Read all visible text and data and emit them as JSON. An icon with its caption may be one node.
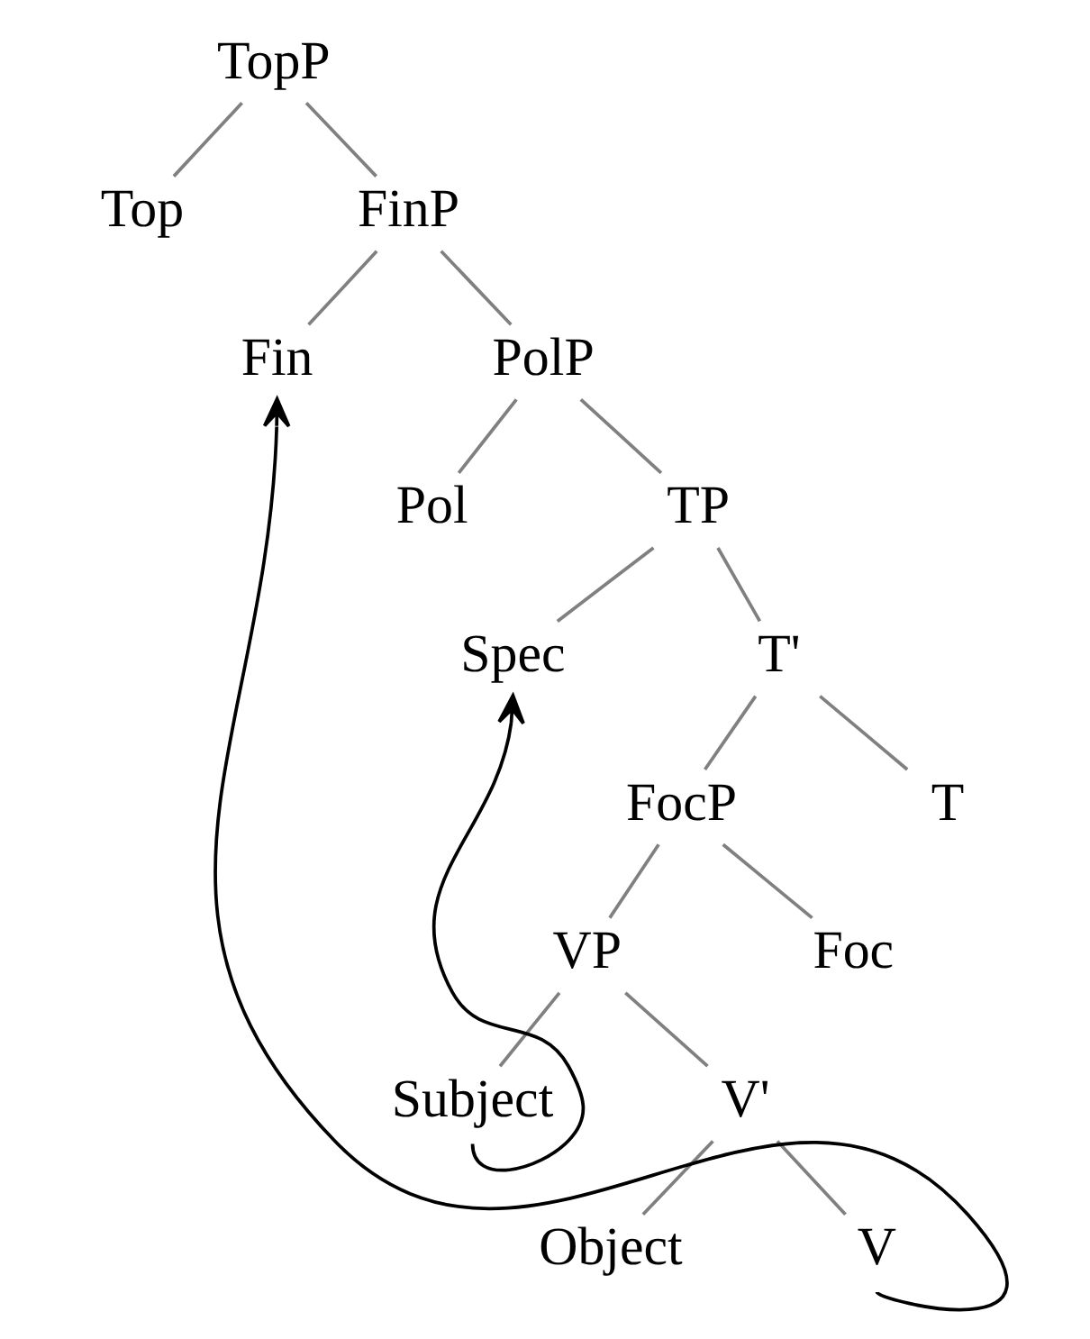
{
  "diagram": {
    "nodes": [
      {
        "text": [
          "TopP"
        ]
      },
      {
        "text": [
          "Top"
        ]
      },
      {
        "text": [
          "FinP"
        ]
      },
      {
        "text": [
          "Fin"
        ]
      },
      {
        "text": [
          "PolP"
        ]
      },
      {
        "text": [
          "Pol"
        ]
      },
      {
        "text": [
          "TP"
        ]
      },
      {
        "text": [
          "Spec"
        ]
      },
      {
        "text": [
          "T'"
        ]
      },
      {
        "text": [
          "FocP"
        ]
      },
      {
        "text": [
          "T"
        ]
      },
      {
        "text": [
          "VP"
        ]
      },
      {
        "text": [
          "Foc"
        ]
      },
      {
        "text": [
          "Subject"
        ]
      },
      {
        "text": [
          "V'"
        ]
      },
      {
        "text": [
          "Object"
        ]
      },
      {
        "text": [
          "V"
        ]
      }
    ],
    "edges": [
      {
        "from": 0,
        "to": 1,
        "arrow": "none"
      },
      {
        "from": 0,
        "to": 2,
        "arrow": "none"
      },
      {
        "from": 2,
        "to": 3,
        "arrow": "none"
      },
      {
        "from": 2,
        "to": 4,
        "arrow": "none"
      },
      {
        "from": 4,
        "to": 5,
        "arrow": "none"
      },
      {
        "from": 4,
        "to": 6,
        "arrow": "none"
      },
      {
        "from": 6,
        "to": 7,
        "arrow": "none"
      },
      {
        "from": 6,
        "to": 8,
        "arrow": "none"
      },
      {
        "from": 8,
        "to": 9,
        "arrow": "none"
      },
      {
        "from": 8,
        "to": 10,
        "arrow": "none"
      },
      {
        "from": 9,
        "to": 11,
        "arrow": "none"
      },
      {
        "from": 9,
        "to": 12,
        "arrow": "none"
      },
      {
        "from": 11,
        "to": 13,
        "arrow": "none"
      },
      {
        "from": 11,
        "to": 14,
        "arrow": "none"
      },
      {
        "from": 14,
        "to": 15,
        "arrow": "none"
      },
      {
        "from": 14,
        "to": 16,
        "arrow": "none"
      },
      {
        "from": 13,
        "to": 7,
        "arrow": "to",
        "color": "#000000"
      },
      {
        "from": 16,
        "to": 3,
        "arrow": "to",
        "color": "#000000"
      }
    ]
  }
}
